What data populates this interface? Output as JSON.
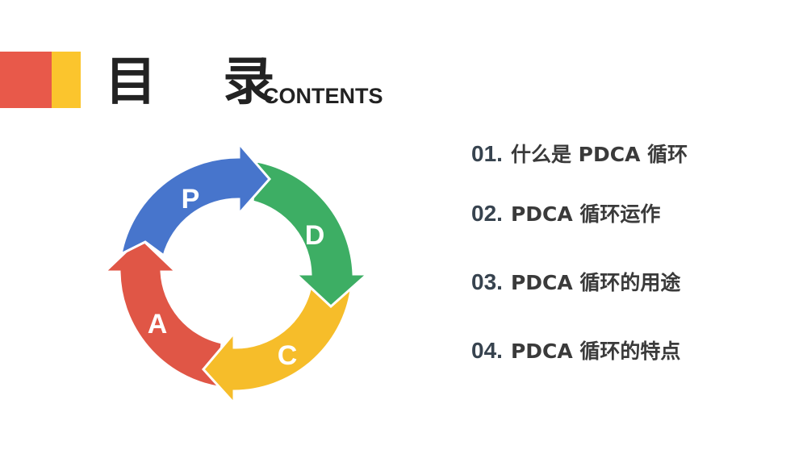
{
  "header": {
    "title_cn": "目 录",
    "title_en": "CONTENTS",
    "accent_colors": {
      "red": "#E8594A",
      "yellow": "#FBC52D"
    }
  },
  "cycle": {
    "segments": [
      {
        "letter": "P",
        "color": "#4775CC"
      },
      {
        "letter": "D",
        "color": "#3DAE64"
      },
      {
        "letter": "C",
        "color": "#F6BD2A"
      },
      {
        "letter": "A",
        "color": "#E05646"
      }
    ]
  },
  "toc": {
    "num_color": "#37434F",
    "label_color": "#3A3A3A",
    "items": [
      {
        "num": "01.",
        "label": "什么是 PDCA 循环"
      },
      {
        "num": "02.",
        "label": "PDCA 循环运作"
      },
      {
        "num": "03.",
        "label": "PDCA 循环的用途"
      },
      {
        "num": "04.",
        "label": "PDCA 循环的特点"
      }
    ]
  }
}
